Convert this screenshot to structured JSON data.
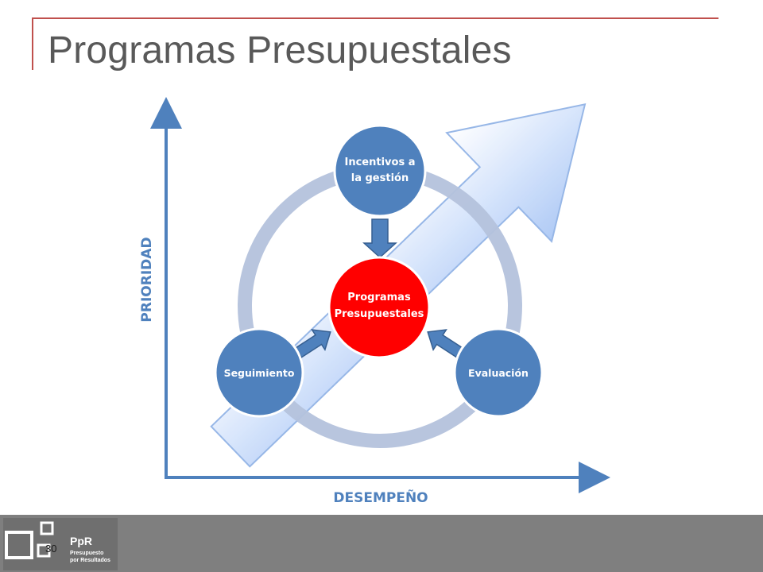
{
  "slide": {
    "title": "Programas Presupuestales",
    "page_number": "30"
  },
  "diagram": {
    "axis_y_label": "PRIORIDAD",
    "axis_x_label": "DESEMPEÑO",
    "center_node": {
      "line1": "Programas",
      "line2": "Presupuestales"
    },
    "top_node": {
      "line1": "Incentivos a",
      "line2": "la gestión"
    },
    "left_node": {
      "label": "Seguimiento"
    },
    "right_node": {
      "label": "Evaluación"
    }
  },
  "logo": {
    "abbr": "PpR",
    "line1": "Presupuesto",
    "line2": "por Resultados"
  },
  "colors": {
    "frame": "#c0504d",
    "title": "#595959",
    "axis": "#4f81bd",
    "node_blue": "#4f81bd",
    "center_red": "#ff0000",
    "ring": "#b4c2dc",
    "footer": "#7f7f7f"
  }
}
